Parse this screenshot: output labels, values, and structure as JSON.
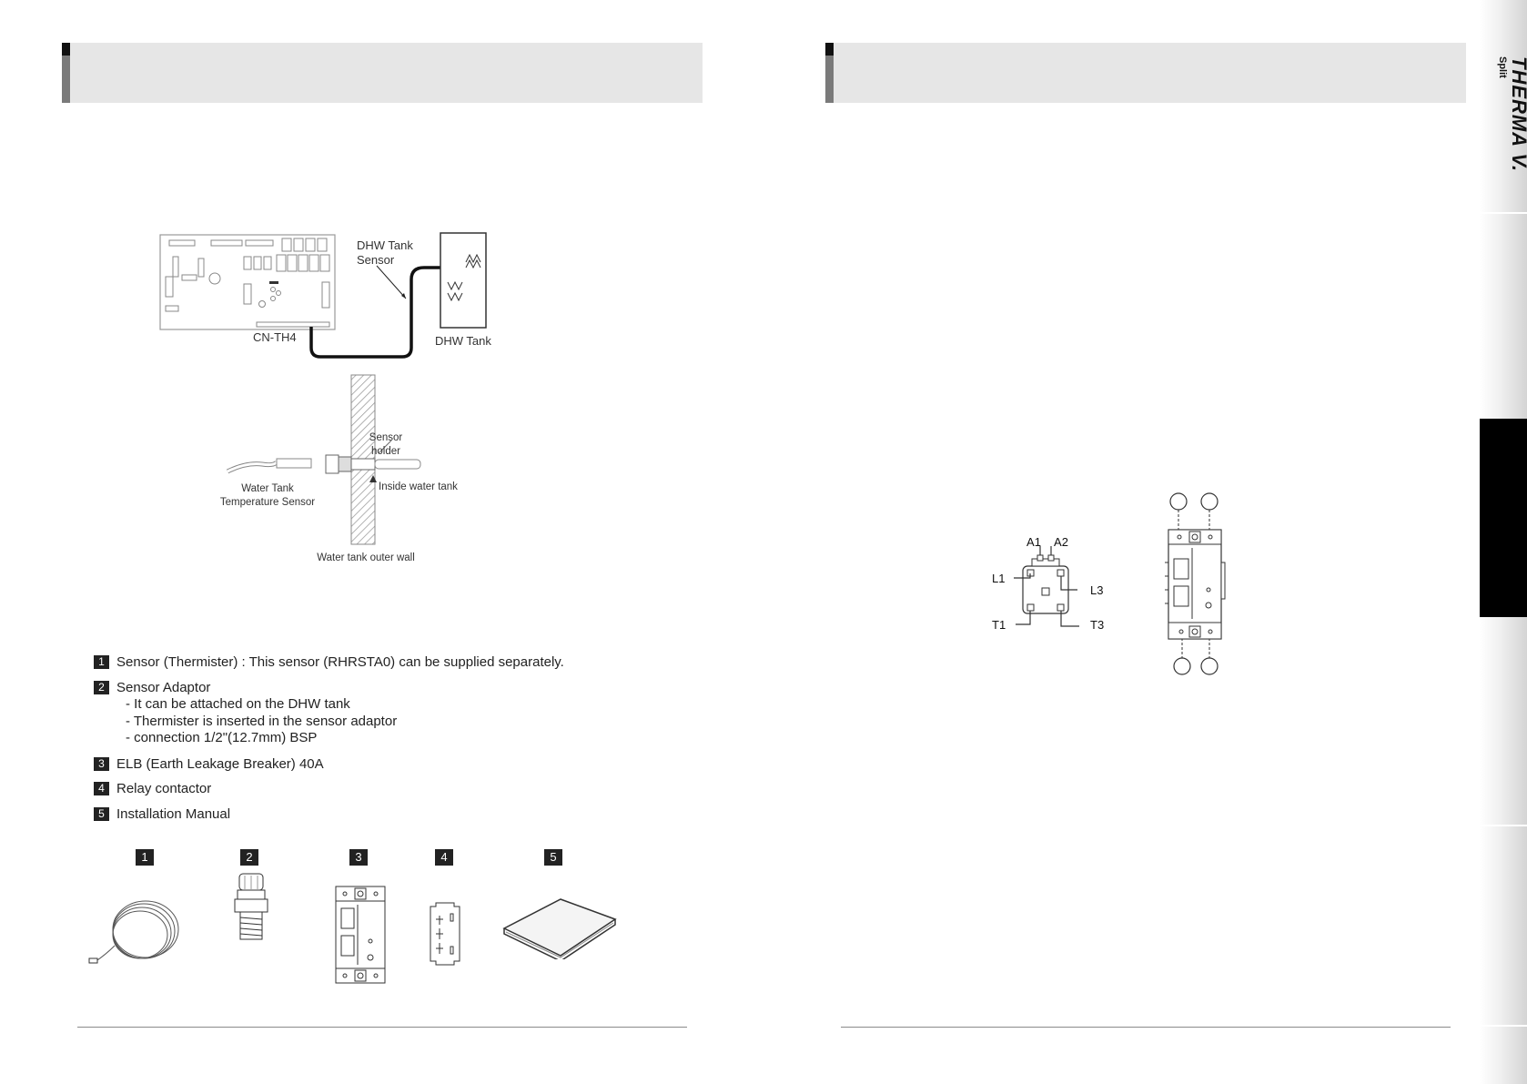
{
  "brand": {
    "name": "THERMA V.",
    "sub": "Split"
  },
  "figure_labels": {
    "dhw_tank_sensor_line1": "DHW Tank",
    "dhw_tank_sensor_line2": "Sensor",
    "cn_th4": "CN-TH4",
    "dhw_tank": "DHW Tank",
    "sensor_holder_line1": "Sensor",
    "sensor_holder_line2": "holder",
    "inside_water_tank": "Inside water tank",
    "water_tank_temp_line1": "Water Tank",
    "water_tank_temp_line2": "Temperature Sensor",
    "outer_wall": "Water tank outer wall"
  },
  "accessories": [
    {
      "num": "1",
      "text": "Sensor (Thermister) : This sensor (RHRSTA0) can be supplied separately."
    },
    {
      "num": "2",
      "text": "Sensor Adaptor",
      "details": [
        "- It can be attached on the DHW tank",
        "- Thermister is inserted in the sensor adaptor",
        "- connection 1/2\"(12.7mm) BSP"
      ]
    },
    {
      "num": "3",
      "text": "ELB (Earth Leakage Breaker) 40A"
    },
    {
      "num": "4",
      "text": "Relay contactor"
    },
    {
      "num": "5",
      "text": "Installation Manual"
    }
  ],
  "contactor_labels": {
    "a1": "A1",
    "a2": "A2",
    "l1": "L1",
    "l3": "L3",
    "t1": "T1",
    "t3": "T3"
  }
}
